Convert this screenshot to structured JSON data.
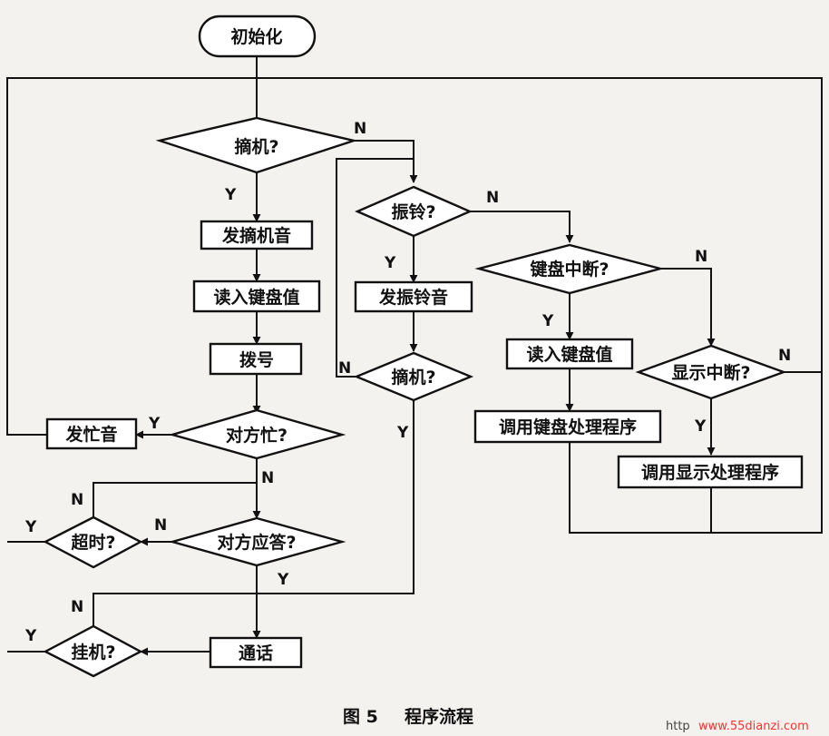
{
  "diagram": {
    "nodes": {
      "init": "初始化",
      "offhook_q": "摘机?",
      "dial_tone": "发摘机音",
      "read_key_1": "读入键盘值",
      "dial": "拨号",
      "busy_q": "对方忙?",
      "busy_tone": "发忙音",
      "timeout_q": "超时?",
      "answer_q": "对方应答?",
      "talk": "通话",
      "hangup_q": "挂机?",
      "ring_q": "振铃?",
      "ring_tone": "发振铃音",
      "offhook_q2": "摘机?",
      "key_int_q": "键盘中断?",
      "read_key_2": "读入键盘值",
      "call_key_proc": "调用键盘处理程序",
      "disp_int_q": "显示中断?",
      "call_disp_proc": "调用显示处理程序"
    },
    "labels": {
      "yes": "Y",
      "no": "N"
    }
  },
  "caption": {
    "figure_no": "图 5",
    "title": "程序流程"
  },
  "watermark": {
    "prefix": "http",
    "url": "www.55dianzi.com"
  }
}
